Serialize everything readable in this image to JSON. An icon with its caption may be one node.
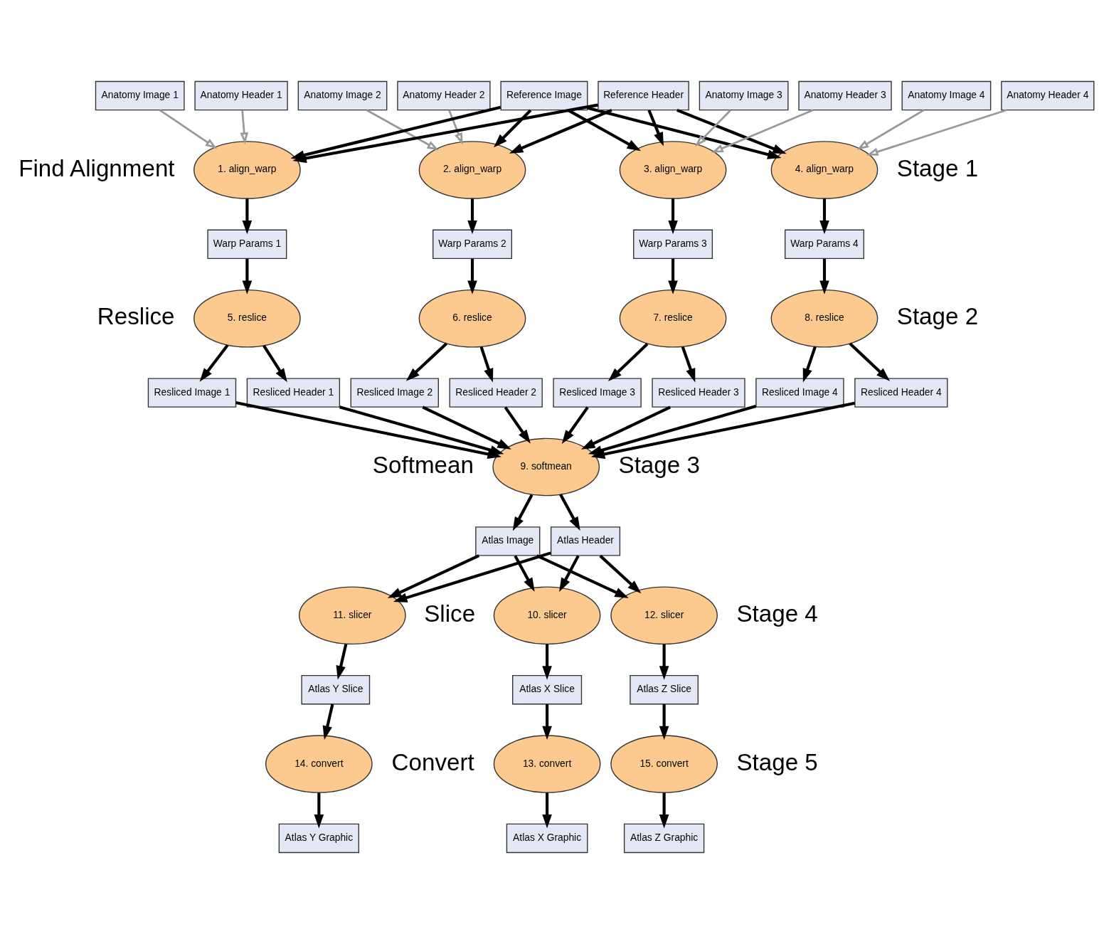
{
  "diagram": {
    "nodes": [
      {
        "text": [
          "Anatomy Image 1"
        ]
      },
      {
        "text": [
          "Anatomy Header 1"
        ]
      },
      {
        "text": [
          "Anatomy Image 2"
        ]
      },
      {
        "text": [
          "Anatomy Header 2"
        ]
      },
      {
        "text": [
          "Reference Image"
        ]
      },
      {
        "text": [
          "Reference Header"
        ]
      },
      {
        "text": [
          "Anatomy Image 3"
        ]
      },
      {
        "text": [
          "Anatomy Header 3"
        ]
      },
      {
        "text": [
          "Anatomy Image 4"
        ]
      },
      {
        "text": [
          "Anatomy Header 4"
        ]
      },
      {
        "text": [
          "1. align_warp"
        ]
      },
      {
        "text": [
          "2. align_warp"
        ]
      },
      {
        "text": [
          "3. align_warp"
        ]
      },
      {
        "text": [
          "4. align_warp"
        ]
      },
      {
        "text": [
          "Warp Params 1"
        ]
      },
      {
        "text": [
          "Warp Params 2"
        ]
      },
      {
        "text": [
          "Warp Params 3"
        ]
      },
      {
        "text": [
          "Warp Params 4"
        ]
      },
      {
        "text": [
          "5. reslice"
        ]
      },
      {
        "text": [
          "6. reslice"
        ]
      },
      {
        "text": [
          "7. reslice"
        ]
      },
      {
        "text": [
          "8. reslice"
        ]
      },
      {
        "text": [
          "Resliced Image 1"
        ]
      },
      {
        "text": [
          "Resliced Header 1"
        ]
      },
      {
        "text": [
          "Resliced Image 2"
        ]
      },
      {
        "text": [
          "Resliced Header 2"
        ]
      },
      {
        "text": [
          "Resliced Image 3"
        ]
      },
      {
        "text": [
          "Resliced Header 3"
        ]
      },
      {
        "text": [
          "Resliced Image 4"
        ]
      },
      {
        "text": [
          "Resliced Header 4"
        ]
      },
      {
        "text": [
          "9. softmean"
        ]
      },
      {
        "text": [
          "Atlas Image"
        ]
      },
      {
        "text": [
          "Atlas Header"
        ]
      },
      {
        "text": [
          "10. slicer"
        ]
      },
      {
        "text": [
          "11. slicer"
        ]
      },
      {
        "text": [
          "12. slicer"
        ]
      },
      {
        "text": [
          "Atlas X Slice"
        ]
      },
      {
        "text": [
          "Atlas Y Slice"
        ]
      },
      {
        "text": [
          "Atlas Z Slice"
        ]
      },
      {
        "text": [
          "13. convert"
        ]
      },
      {
        "text": [
          "14. convert"
        ]
      },
      {
        "text": [
          "15. convert"
        ]
      },
      {
        "text": [
          "Atlas X Graphic"
        ]
      },
      {
        "text": [
          "Atlas Y Graphic"
        ]
      },
      {
        "text": [
          "Atlas Z Graphic"
        ]
      }
    ],
    "edges": [
      {
        "from": 0,
        "to": 10,
        "arrow": "to",
        "color": "#999999"
      },
      {
        "from": 1,
        "to": 10,
        "arrow": "to",
        "color": "#999999"
      },
      {
        "from": 4,
        "to": 10,
        "arrow": "to"
      },
      {
        "from": 5,
        "to": 10,
        "arrow": "to"
      },
      {
        "from": 2,
        "to": 11,
        "arrow": "to",
        "color": "#999999"
      },
      {
        "from": 3,
        "to": 11,
        "arrow": "to",
        "color": "#999999"
      },
      {
        "from": 4,
        "to": 11,
        "arrow": "to"
      },
      {
        "from": 5,
        "to": 11,
        "arrow": "to"
      },
      {
        "from": 6,
        "to": 12,
        "arrow": "to",
        "color": "#999999"
      },
      {
        "from": 7,
        "to": 12,
        "arrow": "to",
        "color": "#999999"
      },
      {
        "from": 4,
        "to": 12,
        "arrow": "to"
      },
      {
        "from": 5,
        "to": 12,
        "arrow": "to"
      },
      {
        "from": 8,
        "to": 13,
        "arrow": "to",
        "color": "#999999"
      },
      {
        "from": 9,
        "to": 13,
        "arrow": "to",
        "color": "#999999"
      },
      {
        "from": 4,
        "to": 13,
        "arrow": "to"
      },
      {
        "from": 5,
        "to": 13,
        "arrow": "to"
      },
      {
        "from": 10,
        "to": 14,
        "arrow": "to"
      },
      {
        "from": 11,
        "to": 15,
        "arrow": "to"
      },
      {
        "from": 12,
        "to": 16,
        "arrow": "to"
      },
      {
        "from": 13,
        "to": 17,
        "arrow": "to"
      },
      {
        "from": 14,
        "to": 18,
        "arrow": "to"
      },
      {
        "from": 15,
        "to": 19,
        "arrow": "to"
      },
      {
        "from": 16,
        "to": 20,
        "arrow": "to"
      },
      {
        "from": 17,
        "to": 21,
        "arrow": "to"
      },
      {
        "from": 18,
        "to": 22,
        "arrow": "to"
      },
      {
        "from": 18,
        "to": 23,
        "arrow": "to"
      },
      {
        "from": 19,
        "to": 24,
        "arrow": "to"
      },
      {
        "from": 19,
        "to": 25,
        "arrow": "to"
      },
      {
        "from": 20,
        "to": 26,
        "arrow": "to"
      },
      {
        "from": 20,
        "to": 27,
        "arrow": "to"
      },
      {
        "from": 21,
        "to": 28,
        "arrow": "to"
      },
      {
        "from": 21,
        "to": 29,
        "arrow": "to"
      },
      {
        "from": 22,
        "to": 30,
        "arrow": "to"
      },
      {
        "from": 23,
        "to": 30,
        "arrow": "to"
      },
      {
        "from": 24,
        "to": 30,
        "arrow": "to"
      },
      {
        "from": 25,
        "to": 30,
        "arrow": "to"
      },
      {
        "from": 26,
        "to": 30,
        "arrow": "to"
      },
      {
        "from": 27,
        "to": 30,
        "arrow": "to"
      },
      {
        "from": 28,
        "to": 30,
        "arrow": "to"
      },
      {
        "from": 29,
        "to": 30,
        "arrow": "to"
      },
      {
        "from": 30,
        "to": 31,
        "arrow": "to"
      },
      {
        "from": 30,
        "to": 32,
        "arrow": "to"
      },
      {
        "from": 31,
        "to": 33,
        "arrow": "to"
      },
      {
        "from": 32,
        "to": 33,
        "arrow": "to"
      },
      {
        "from": 31,
        "to": 34,
        "arrow": "to"
      },
      {
        "from": 32,
        "to": 34,
        "arrow": "to"
      },
      {
        "from": 31,
        "to": 35,
        "arrow": "to"
      },
      {
        "from": 32,
        "to": 35,
        "arrow": "to"
      },
      {
        "from": 33,
        "to": 36,
        "arrow": "to"
      },
      {
        "from": 34,
        "to": 37,
        "arrow": "to"
      },
      {
        "from": 35,
        "to": 38,
        "arrow": "to"
      },
      {
        "from": 36,
        "to": 39,
        "arrow": "to"
      },
      {
        "from": 37,
        "to": 40,
        "arrow": "to"
      },
      {
        "from": 38,
        "to": 41,
        "arrow": "to"
      },
      {
        "from": 39,
        "to": 42,
        "arrow": "to"
      },
      {
        "from": 40,
        "to": 43,
        "arrow": "to"
      },
      {
        "from": 41,
        "to": 44,
        "arrow": "to"
      }
    ],
    "labels": [
      "Find Alignment",
      "Stage 1",
      "Reslice",
      "Stage 2",
      "Softmean",
      "Stage 3",
      "Slice",
      "Stage 4",
      "Convert",
      "Stage 5"
    ]
  }
}
